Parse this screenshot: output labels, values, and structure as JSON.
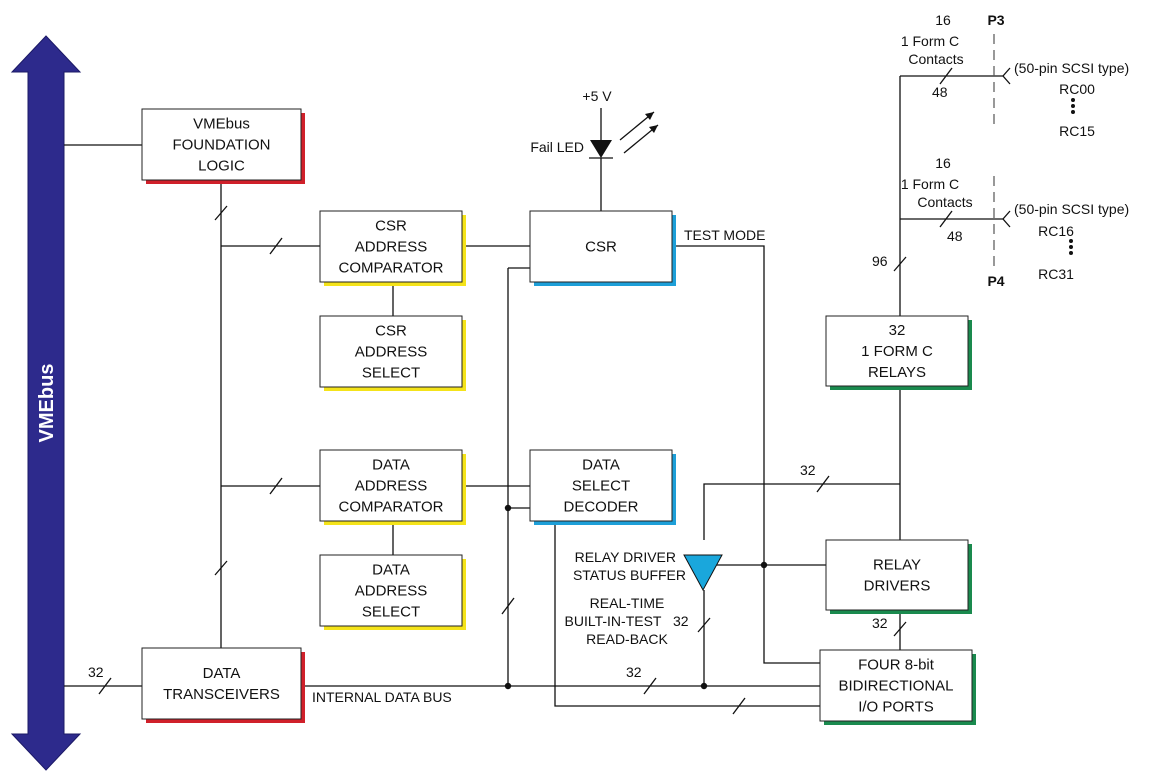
{
  "colors": {
    "vmebus_arrow": "#2d2a8c",
    "red_shadow": "#d0202a",
    "yellow_shadow": "#f4e31a",
    "blue_shadow": "#1d9fd8",
    "green_shadow": "#1a8a4e",
    "buffer_fill": "#1aa7dc"
  },
  "vmebus": {
    "label": "VMEbus"
  },
  "blocks": {
    "foundation": [
      "VMEbus",
      "FOUNDATION",
      "LOGIC"
    ],
    "csr_addr_comp": [
      "CSR",
      "ADDRESS",
      "COMPARATOR"
    ],
    "csr_addr_sel": [
      "CSR",
      "ADDRESS",
      "SELECT"
    ],
    "csr": [
      "CSR"
    ],
    "data_addr_comp": [
      "DATA",
      "ADDRESS",
      "COMPARATOR"
    ],
    "data_addr_sel": [
      "DATA",
      "ADDRESS",
      "SELECT"
    ],
    "data_sel_dec": [
      "DATA",
      "SELECT",
      "DECODER"
    ],
    "transceivers": [
      "DATA",
      "TRANSCEIVERS"
    ],
    "relays": [
      "32",
      "1 FORM C",
      "RELAYS"
    ],
    "relay_drivers": [
      "RELAY",
      "DRIVERS"
    ],
    "io_ports": [
      "FOUR 8-bit",
      "BIDIRECTIONAL",
      "I/O PORTS"
    ]
  },
  "labels": {
    "plus5v": "+5 V",
    "fail_led": "Fail LED",
    "test_mode": "TEST MODE",
    "internal_bus": "INTERNAL DATA BUS",
    "buffer": [
      "RELAY DRIVER",
      "STATUS BUFFER"
    ],
    "readback": [
      "REAL-TIME",
      "BUILT-IN-TEST",
      "READ-BACK"
    ],
    "p3": "P3",
    "p4": "P4",
    "p3_contacts": [
      "16",
      "1 Form C",
      "Contacts"
    ],
    "p4_contacts": [
      "16",
      "1 Form C",
      "Contacts"
    ],
    "scsi_top": "(50-pin SCSI type)",
    "scsi_bottom": "(50-pin SCSI type)",
    "rc00": "RC00",
    "rc15": "RC15",
    "rc16": "RC16",
    "rc31": "RC31",
    "n48_top": "48",
    "n48_bottom": "48",
    "n96": "96",
    "n32_vme": "32",
    "n32_bus": "32",
    "n32_relay_bus": "32",
    "n32_readback": "32",
    "n32_drivers": "32"
  }
}
